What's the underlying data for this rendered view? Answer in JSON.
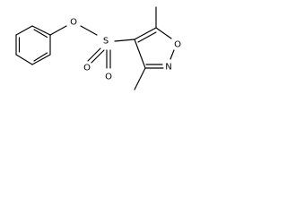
{
  "molecule": {
    "atoms": {
      "ester_oxygen": "O",
      "sulfur": "S",
      "sulfonyl_oxygen_top": "O",
      "sulfonyl_oxygen_bottom": "O",
      "ring_oxygen": "O",
      "ring_nitrogen": "N"
    },
    "colors": {
      "bond": "#000000",
      "text": "#000000",
      "background": "#ffffff"
    }
  }
}
